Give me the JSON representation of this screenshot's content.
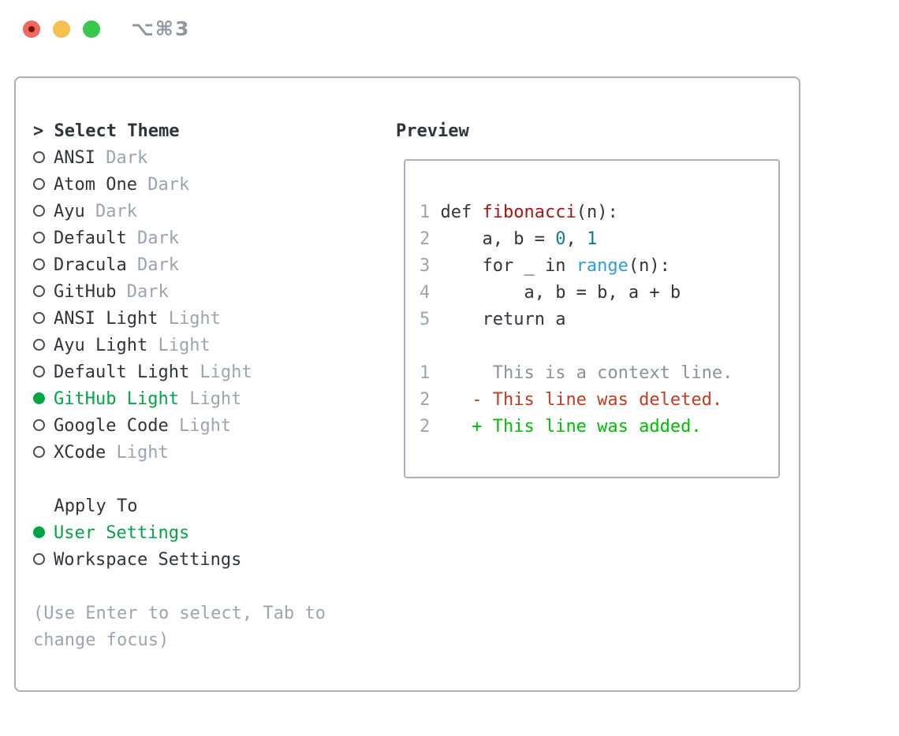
{
  "window": {
    "title": "⌥⌘3"
  },
  "theme_picker": {
    "heading_prefix": ">",
    "heading": "Select Theme",
    "themes": [
      {
        "name": "ANSI",
        "variant": "Dark",
        "selected": false
      },
      {
        "name": "Atom One",
        "variant": "Dark",
        "selected": false
      },
      {
        "name": "Ayu",
        "variant": "Dark",
        "selected": false
      },
      {
        "name": "Default",
        "variant": "Dark",
        "selected": false
      },
      {
        "name": "Dracula",
        "variant": "Dark",
        "selected": false
      },
      {
        "name": "GitHub",
        "variant": "Dark",
        "selected": false
      },
      {
        "name": "ANSI Light",
        "variant": "Light",
        "selected": false
      },
      {
        "name": "Ayu Light",
        "variant": "Light",
        "selected": false
      },
      {
        "name": "Default Light",
        "variant": "Light",
        "selected": false
      },
      {
        "name": "GitHub Light",
        "variant": "Light",
        "selected": true
      },
      {
        "name": "Google Code",
        "variant": "Light",
        "selected": false
      },
      {
        "name": "XCode",
        "variant": "Light",
        "selected": false
      }
    ],
    "apply_heading": "Apply To",
    "apply_options": [
      {
        "label": "User Settings",
        "selected": true
      },
      {
        "label": "Workspace Settings",
        "selected": false
      }
    ],
    "hint_lines": [
      "(Use Enter to select, Tab to",
      "change focus)"
    ]
  },
  "preview": {
    "heading": "Preview",
    "code_lines": [
      {
        "n": "1",
        "s": [
          {
            "t": " def ",
            "c": "plain"
          },
          {
            "t": "fibonacci",
            "c": "func"
          },
          {
            "t": "(n):",
            "c": "plain"
          }
        ]
      },
      {
        "n": "2",
        "s": [
          {
            "t": "     a, b = ",
            "c": "plain"
          },
          {
            "t": "0",
            "c": "numlit"
          },
          {
            "t": ", ",
            "c": "plain"
          },
          {
            "t": "1",
            "c": "numlit"
          }
        ]
      },
      {
        "n": "3",
        "s": [
          {
            "t": "     for _ in ",
            "c": "plain"
          },
          {
            "t": "range",
            "c": "builtin"
          },
          {
            "t": "(n):",
            "c": "plain"
          }
        ]
      },
      {
        "n": "4",
        "s": [
          {
            "t": "         a, b = b, a + b",
            "c": "plain"
          }
        ]
      },
      {
        "n": "5",
        "s": [
          {
            "t": "     return a",
            "c": "plain"
          }
        ]
      },
      {
        "n": "",
        "s": []
      },
      {
        "n": "1",
        "s": [
          {
            "t": "      This is a context line.",
            "c": "ctx"
          }
        ]
      },
      {
        "n": "2",
        "s": [
          {
            "t": "    ",
            "c": "plain"
          },
          {
            "t": "- This line was deleted.",
            "c": "del"
          }
        ]
      },
      {
        "n": "2",
        "s": [
          {
            "t": "    ",
            "c": "plain"
          },
          {
            "t": "+ This line was added.",
            "c": "add"
          }
        ]
      }
    ]
  },
  "colors": {
    "accent_green": "#00a546",
    "added_green": "#00bd07",
    "deleted_red": "#c43a20",
    "func_red": "#a81414",
    "number_teal": "#0e7c86",
    "builtin_blue": "#2e9ed8",
    "text_dark": "#2f353c",
    "code_plain": "#2f353c",
    "muted_gray": "#9aa5b1",
    "linenum_gray": "#9aa5b1",
    "context_gray": "#8a929b",
    "border_gray": "#a9b1bc",
    "radio_ring": "#454c54",
    "titlebar_gray": "#8f96a0",
    "light_red": "#ee6a5e",
    "light_red_dot": "#7c120c",
    "light_yellow": "#f6c050",
    "light_green": "#37c84d"
  }
}
